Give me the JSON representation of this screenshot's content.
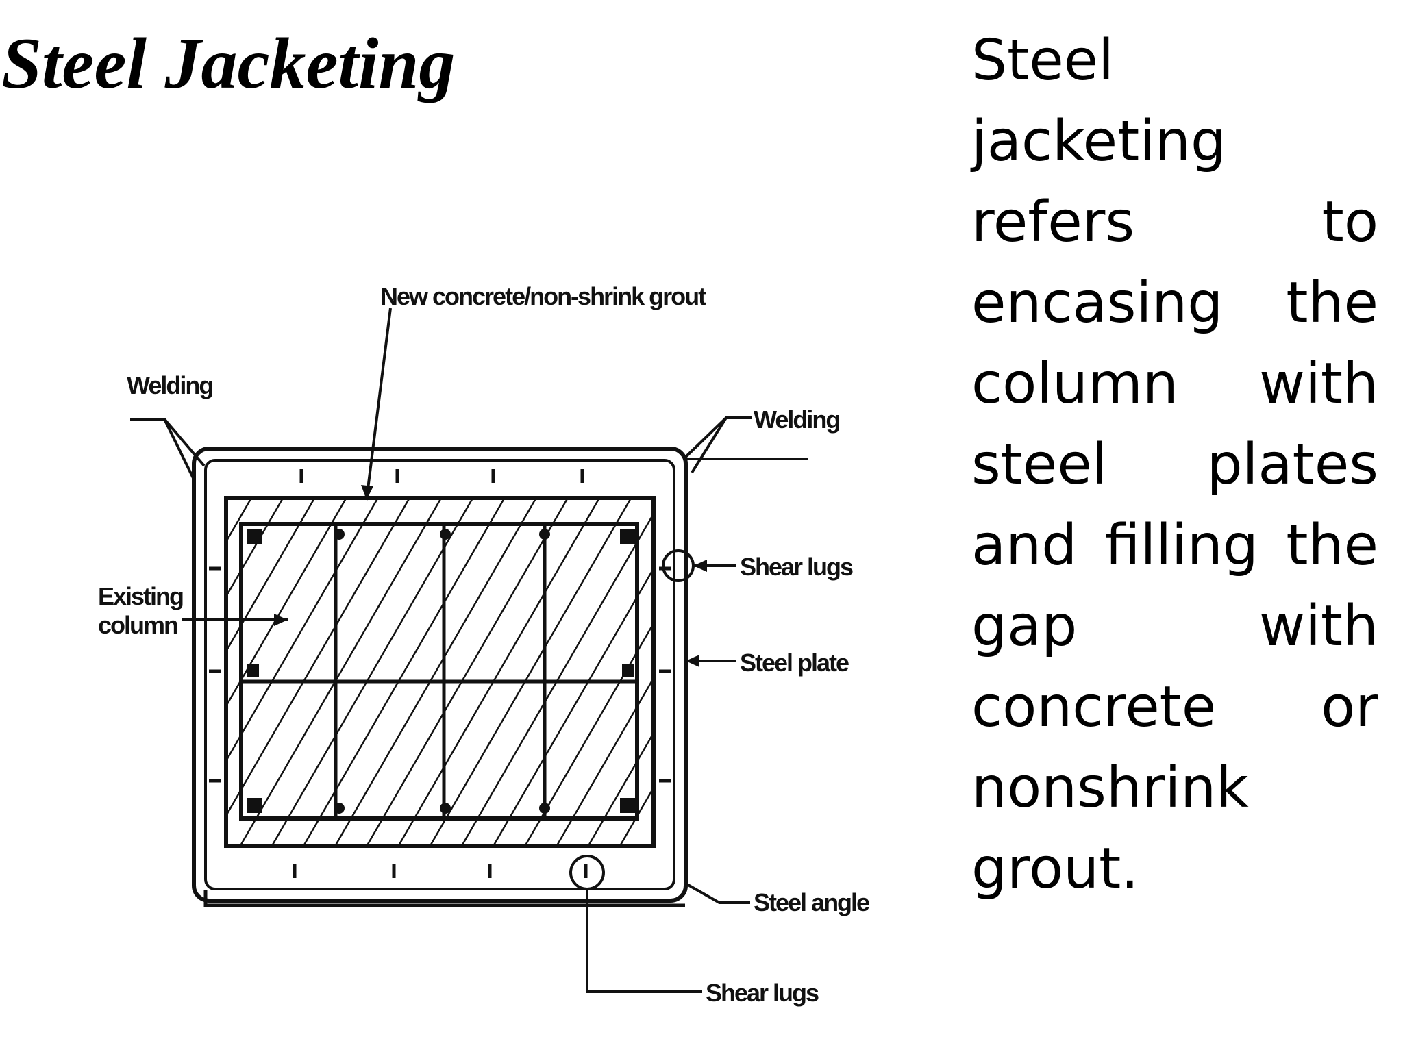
{
  "title": "Steel Jacketing",
  "description": "Steel jacketing refers to encasing the column with steel plates and filling the gap with concrete or nonshrink grout.",
  "figure": {
    "labels": {
      "grout": "New concrete/non-shrink grout",
      "welding_left": "Welding",
      "welding_right": "Welding",
      "existing_1": "Existing",
      "existing_2": "column",
      "shear_lugs_right": "Shear lugs",
      "steel_plate": "Steel plate",
      "steel_angle": "Steel angle",
      "shear_lugs_bottom": "Shear lugs"
    }
  }
}
